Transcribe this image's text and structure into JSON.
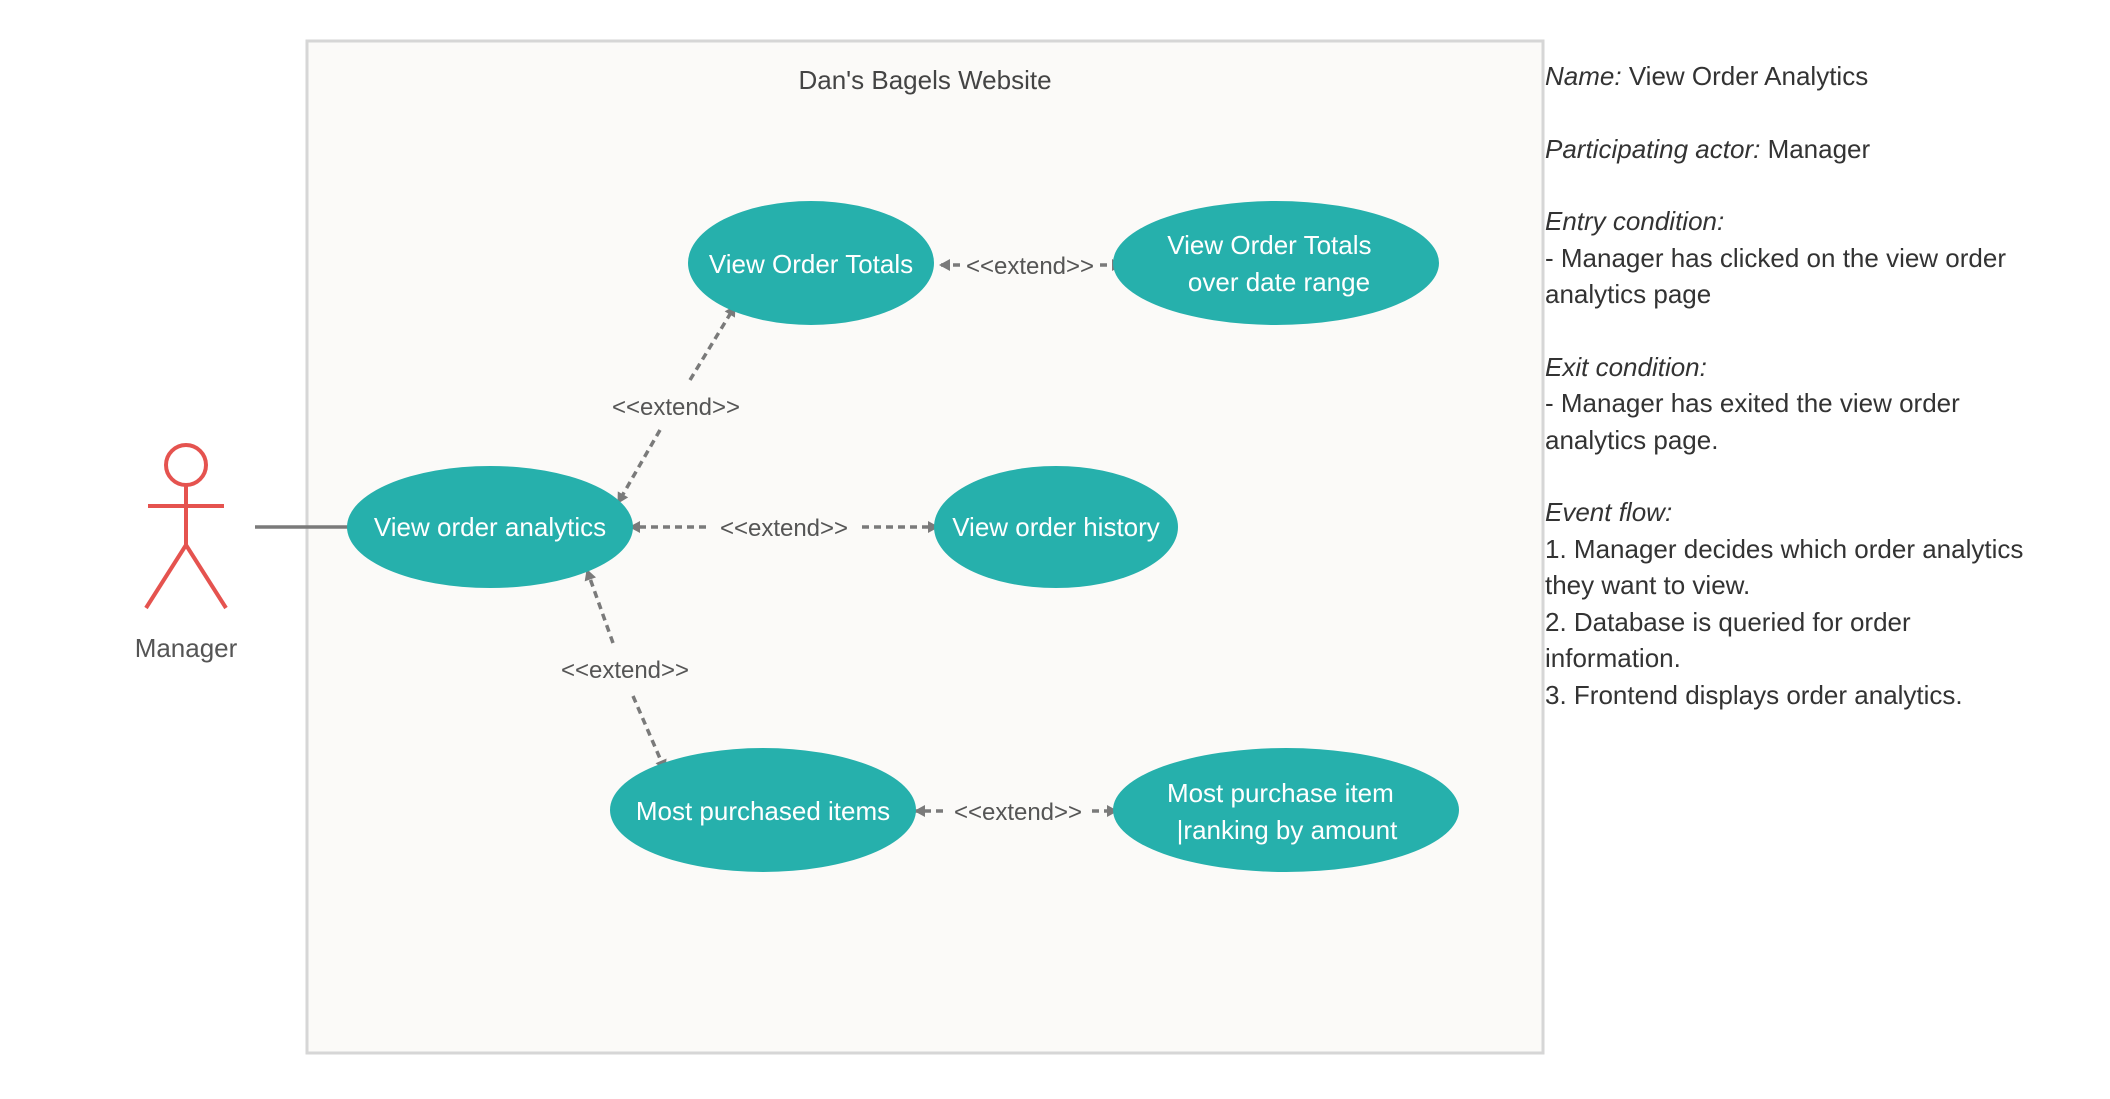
{
  "colors": {
    "use_case_fill": "#26b0ac",
    "actor_stroke": "#e5534f",
    "boundary_stroke": "#d6d6d6",
    "boundary_fill": "#fbfaf8",
    "connector": "#7a7a7a"
  },
  "system": {
    "title": "Dan's Bagels Website"
  },
  "actor": {
    "name": "Manager"
  },
  "use_cases": {
    "view_order_analytics": "View order analytics",
    "view_order_totals": "View Order Totals",
    "view_order_totals_range": [
      "View Order Totals",
      "over date range"
    ],
    "view_order_history": "View order history",
    "most_purchased_items": "Most purchased items",
    "most_purchase_item_ranking": [
      "Most purchase item",
      "|ranking by amount"
    ]
  },
  "relations": {
    "ext_totals_range": "<<extend>>",
    "ext_analytics_totals": "<<extend>>",
    "ext_analytics_history": "<<extend>>",
    "ext_analytics_purchased": "<<extend>>",
    "ext_purchased_ranking": "<<extend>>"
  },
  "spec": {
    "name_label": "Name:",
    "name_value": "View Order Analytics",
    "actor_label": "Participating actor:",
    "actor_value": "Manager",
    "entry_label": "Entry condition:",
    "entry_lines": [
      "- Manager has clicked on the view order",
      "analytics page"
    ],
    "exit_label": "Exit condition:",
    "exit_lines": [
      "- Manager has exited the view order",
      "analytics page."
    ],
    "flow_label": "Event flow:",
    "flow_lines": [
      "1. Manager decides which order analytics",
      "they want to view.",
      "2. Database is queried for order",
      "information.",
      "3. Frontend displays order analytics."
    ]
  }
}
